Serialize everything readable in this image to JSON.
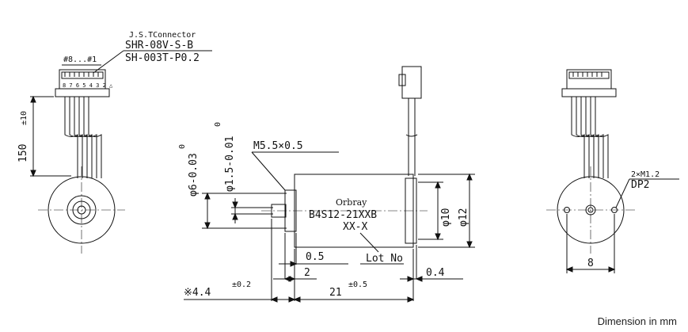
{
  "connector": {
    "title": "J.S.TConnector",
    "part1": "SHR-08V-S-B",
    "part2": "SH-003T-P0.2",
    "pins_label": "#8...#1",
    "pin_numbers": "8 7 6 5 4 3 2 △"
  },
  "lead": {
    "length_value": "150",
    "length_tol": "±10"
  },
  "shaft": {
    "dia1_value": "φ6-0.03",
    "dia1_upper": "0",
    "dia2_value": "φ1.5-0.01",
    "dia2_upper": "0",
    "thread": "M5.5×0.5"
  },
  "motor": {
    "brand": "Orbray",
    "model": "B4S12-21XXB",
    "code": "XX-X",
    "lot_label": "Lot No",
    "dia10": "φ10",
    "dia12": "φ12"
  },
  "dims": {
    "d_0_5": "0.5",
    "d_2": "2",
    "d_0_4": "0.4",
    "d_4_4": "※4.4",
    "d_4_4_tol": "±0.2",
    "d_21": "21",
    "d_21_tol": "±0.5",
    "d_8": "8",
    "holes": "2×M1.2",
    "depth": "DP2"
  },
  "footer": "Dimension in mm"
}
